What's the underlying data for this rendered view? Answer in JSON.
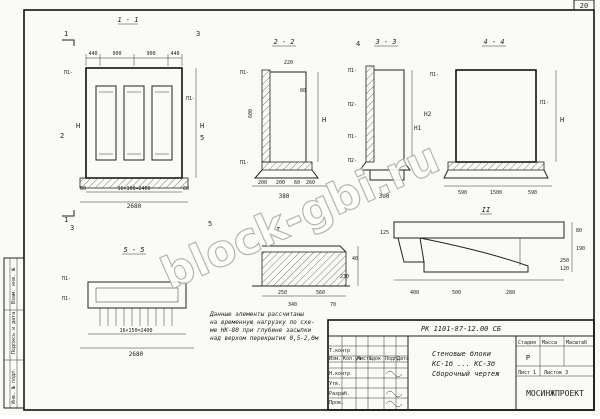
{
  "sheet": {
    "page_number": "20",
    "side_stamp_labels": [
      "Инв. № подл.",
      "Подпись и дата",
      "Взам. инв. №"
    ],
    "note_lines": [
      "Данные элементы рассчитаны",
      "на временную нагрузку по схе-",
      "ме НК-80 при глубине засыпки",
      "над верхом перекрытия 0,5-2,0м"
    ]
  },
  "views": {
    "v1": {
      "title": "1 - 1",
      "top_dims": [
        "440",
        "900",
        "900",
        "440"
      ],
      "bottom_dims": [
        "60",
        "16×100=2400",
        "60"
      ],
      "total_width": "2680",
      "side_labels": [
        "П1-",
        "П1-",
        "Н",
        "Н"
      ]
    },
    "v2": {
      "title": "2 - 2",
      "labels": [
        "П1-",
        "П1-",
        "Н",
        "600",
        "220",
        "80"
      ],
      "bottom_dims": [
        "200",
        "200",
        "60",
        "260",
        "380"
      ]
    },
    "v3": {
      "title": "3 - 3",
      "labels": [
        "П1-",
        "П2-",
        "Н1",
        "Н2",
        "П1-",
        "П2-",
        "360"
      ]
    },
    "v4": {
      "title": "4 - 4",
      "labels": [
        "П1-",
        "П1-",
        "Н"
      ],
      "bottom_dims": [
        "590",
        "1500",
        "590"
      ]
    },
    "v5": {
      "title": "5 - 5",
      "bottom_dims": [
        "16×150=2400",
        "2680"
      ],
      "left_labels": [
        "П1-",
        "П1-"
      ]
    },
    "v6": {
      "title": "I",
      "dims": [
        "40",
        "230",
        "250",
        "560",
        "340",
        "70"
      ]
    },
    "v7": {
      "title": "II",
      "dims": [
        "400",
        "500",
        "280",
        "80",
        "190",
        "250",
        "120",
        "125"
      ]
    }
  },
  "section_marks": [
    "1",
    "1",
    "2",
    "3",
    "4",
    "5",
    "5",
    "3"
  ],
  "title_block": {
    "doc_code": "РК 1101-87-12.00 СБ",
    "left_rows": [
      [
        "Н.контр",
        "",
        ""
      ],
      [
        "Утв.",
        "",
        ""
      ],
      [
        "Разраб.",
        "",
        ""
      ],
      [
        "Пров.",
        "",
        ""
      ],
      [
        "Т.контр",
        "",
        ""
      ]
    ],
    "col_headers": [
      "Изм.",
      "Кол.уч",
      "Лист",
      "№док",
      "Подп.",
      "Дата"
    ],
    "name_lines": [
      "Стеновые блоки",
      "КС-1б ... КС-3б",
      "Сборочный чертеж"
    ],
    "stage_header": "Стадия",
    "mass_header": "Масса",
    "scale_header": "Масштаб",
    "stage_value": "Р",
    "sheet_label": "Лист 1",
    "sheets_label": "Листов 3",
    "org": "МОСИНЖПРОЕКТ"
  },
  "watermark": "block-gbi.ru"
}
